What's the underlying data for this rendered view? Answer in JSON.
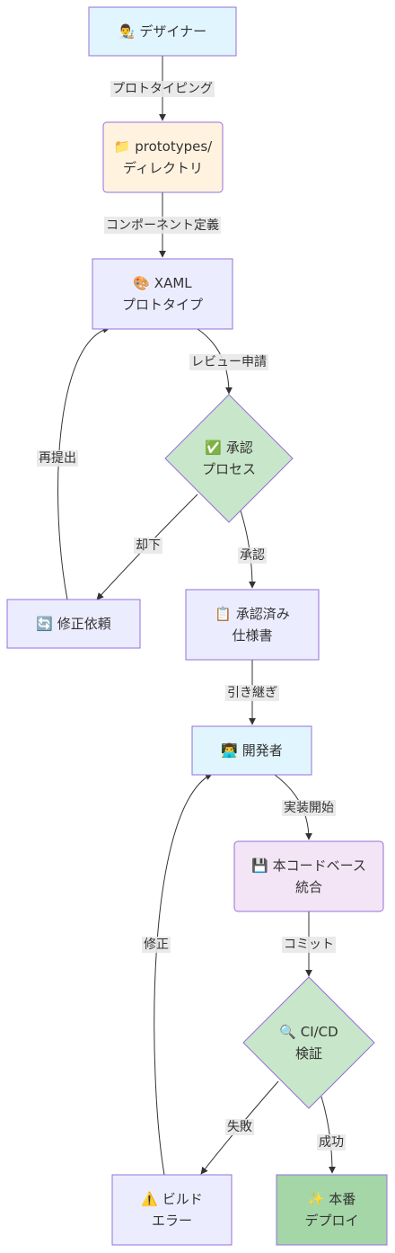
{
  "nodes": {
    "designer": {
      "lines": [
        "👨‍🎨 デザイナー"
      ],
      "color": "#e1f5fe",
      "stroke": "#9370db"
    },
    "prototypes": {
      "lines": [
        "📁 prototypes/",
        "ディレクトリ"
      ],
      "color": "#fff3e0",
      "stroke": "#9370db"
    },
    "xaml": {
      "lines": [
        "🎨 XAML",
        "プロトタイプ"
      ],
      "color": "#ececff",
      "stroke": "#9370db"
    },
    "approval": {
      "lines": [
        "✅ 承認",
        "プロセス"
      ],
      "color": "#c8e6c9",
      "stroke": "#9370db"
    },
    "revision": {
      "lines": [
        "🔄 修正依頼"
      ],
      "color": "#ececff",
      "stroke": "#9370db"
    },
    "approved_spec": {
      "lines": [
        "📋 承認済み",
        "仕様書"
      ],
      "color": "#ececff",
      "stroke": "#9370db"
    },
    "developer": {
      "lines": [
        "👨‍💻 開発者"
      ],
      "color": "#e1f5fe",
      "stroke": "#9370db"
    },
    "codebase": {
      "lines": [
        "💾 本コードベース",
        "統合"
      ],
      "color": "#f3e5f5",
      "stroke": "#9370db"
    },
    "cicd": {
      "lines": [
        "🔍 CI/CD",
        "検証"
      ],
      "color": "#c8e6c9",
      "stroke": "#9370db"
    },
    "build_error": {
      "lines": [
        "⚠️ ビルド",
        "エラー"
      ],
      "color": "#ececff",
      "stroke": "#9370db"
    },
    "deploy": {
      "lines": [
        "✨ 本番",
        "デプロイ"
      ],
      "color": "#a5d6a7",
      "stroke": "#9370db"
    }
  },
  "edges": [
    {
      "from": "designer",
      "to": "prototypes",
      "label": "プロトタイピング"
    },
    {
      "from": "prototypes",
      "to": "xaml",
      "label": "コンポーネント定義"
    },
    {
      "from": "xaml",
      "to": "approval",
      "label": "レビュー申請"
    },
    {
      "from": "approval",
      "to": "revision",
      "label": "却下"
    },
    {
      "from": "approval",
      "to": "approved_spec",
      "label": "承認"
    },
    {
      "from": "revision",
      "to": "xaml",
      "label": "再提出"
    },
    {
      "from": "approved_spec",
      "to": "developer",
      "label": "引き継ぎ"
    },
    {
      "from": "developer",
      "to": "codebase",
      "label": "実装開始"
    },
    {
      "from": "codebase",
      "to": "cicd",
      "label": "コミット"
    },
    {
      "from": "cicd",
      "to": "build_error",
      "label": "失敗"
    },
    {
      "from": "cicd",
      "to": "deploy",
      "label": "成功"
    },
    {
      "from": "build_error",
      "to": "developer",
      "label": "修正"
    }
  ],
  "style": {
    "edge_color": "#333333",
    "text_color": "#333333",
    "label_bg": "#e8e8e8"
  }
}
